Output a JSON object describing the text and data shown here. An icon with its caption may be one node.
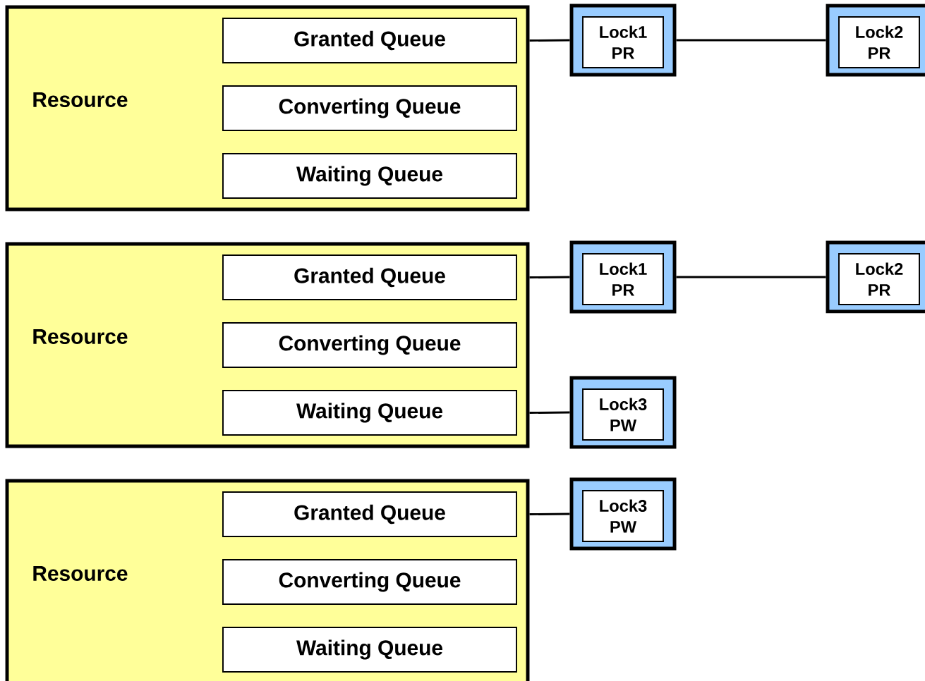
{
  "diagram": {
    "nodes": [
      {
        "text": [
          "Resource"
        ]
      },
      {
        "text": [
          "Granted Queue"
        ],
        "in": 0
      },
      {
        "text": [
          "Converting Queue"
        ],
        "in": 0
      },
      {
        "text": [
          "Waiting Queue"
        ],
        "in": 0
      },
      {
        "text": [
          "Lock1",
          "PR"
        ]
      },
      {
        "text": [
          "Lock2",
          "PR"
        ]
      },
      {
        "text": [
          "Resource"
        ]
      },
      {
        "text": [
          "Granted Queue"
        ],
        "in": 6
      },
      {
        "text": [
          "Converting Queue"
        ],
        "in": 6
      },
      {
        "text": [
          "Waiting Queue"
        ],
        "in": 6
      },
      {
        "text": [
          "Lock1",
          "PR"
        ]
      },
      {
        "text": [
          "Lock2",
          "PR"
        ]
      },
      {
        "text": [
          "Lock3",
          "PW"
        ]
      },
      {
        "text": [
          "Resource"
        ]
      },
      {
        "text": [
          "Granted Queue"
        ],
        "in": 13
      },
      {
        "text": [
          "Converting Queue"
        ],
        "in": 13
      },
      {
        "text": [
          "Waiting Queue"
        ],
        "in": 13
      },
      {
        "text": [
          "Lock3",
          "PW"
        ]
      }
    ],
    "edges": [
      {
        "from": 1,
        "to": 4,
        "arrow": "none"
      },
      {
        "from": 4,
        "to": 5,
        "arrow": "none"
      },
      {
        "from": 7,
        "to": 10,
        "arrow": "none"
      },
      {
        "from": 10,
        "to": 11,
        "arrow": "none"
      },
      {
        "from": 9,
        "to": 12,
        "arrow": "none"
      },
      {
        "from": 14,
        "to": 17,
        "arrow": "none"
      }
    ]
  }
}
